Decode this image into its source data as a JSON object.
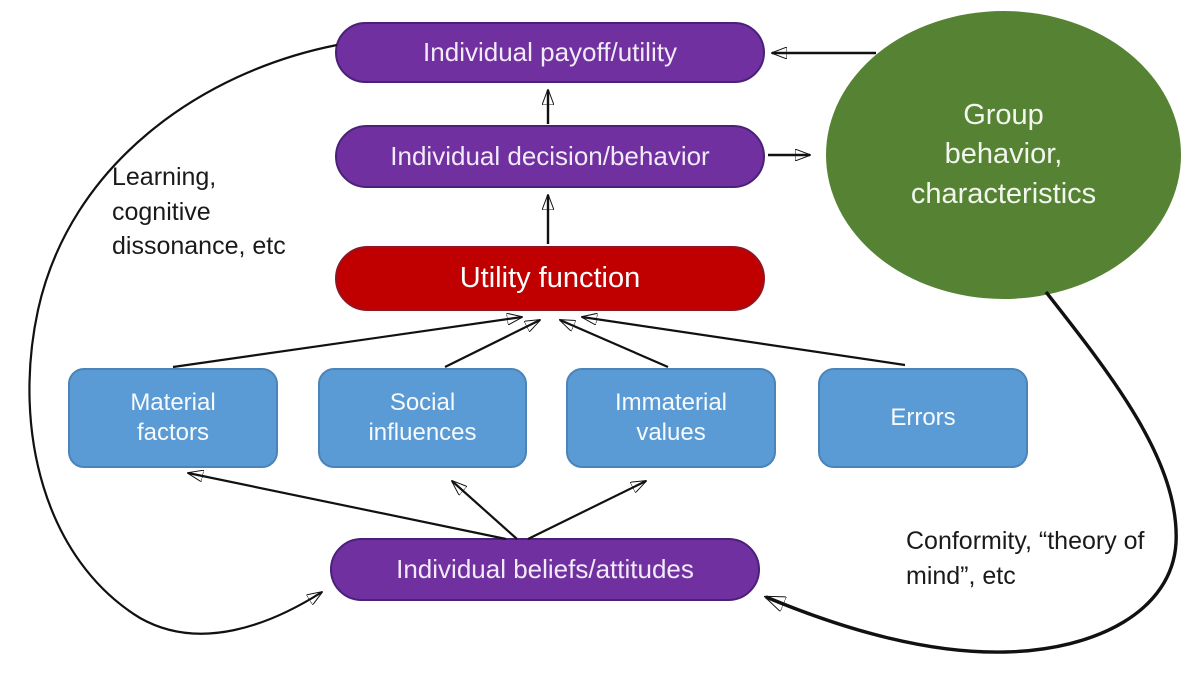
{
  "diagram_title": "Utility / behavior feedback diagram",
  "colors": {
    "background": "#ffffff",
    "purple": "#7030A0",
    "red": "#C00000",
    "blue": "#5B9BD5",
    "green": "#568233",
    "arrow": "#111111",
    "annotation_text": "#1a1a1a"
  },
  "nodes": {
    "payoff": {
      "label": "Individual payoff/utility",
      "fill": "#7030A0",
      "text_color": "#f1eaf8"
    },
    "decision": {
      "label": "Individual decision/behavior",
      "fill": "#7030A0",
      "text_color": "#f1eaf8"
    },
    "utility": {
      "label": "Utility function",
      "fill": "#C00000",
      "text_color": "#ffffff"
    },
    "group": {
      "label": "Group behavior, characteristics",
      "fill": "#568233",
      "text_color": "#f2f6ee"
    },
    "material": {
      "label": "Material factors",
      "fill": "#5B9BD5",
      "text_color": "#f6fafd"
    },
    "social": {
      "label": "Social influences",
      "fill": "#5B9BD5",
      "text_color": "#f6fafd"
    },
    "immaterial": {
      "label": "Immaterial values",
      "fill": "#5B9BD5",
      "text_color": "#f6fafd"
    },
    "errors": {
      "label": "Errors",
      "fill": "#5B9BD5",
      "text_color": "#f6fafd"
    },
    "beliefs": {
      "label": "Individual beliefs/attitudes",
      "fill": "#7030A0",
      "text_color": "#f1eaf8"
    }
  },
  "annotations": {
    "learning": {
      "text": "Learning, cognitive dissonance, etc"
    },
    "conformity": {
      "text": "Conformity, “theory of mind”, etc"
    }
  },
  "edges": [
    "decision -> payoff",
    "utility -> decision",
    "material -> utility",
    "social -> utility",
    "immaterial -> utility",
    "errors -> utility",
    "decision -> group",
    "group -> payoff",
    "payoff -> beliefs (learning, cognitive dissonance, etc)",
    "group -> beliefs (conformity, theory of mind, etc)",
    "beliefs -> material",
    "beliefs -> social",
    "beliefs -> immaterial"
  ]
}
